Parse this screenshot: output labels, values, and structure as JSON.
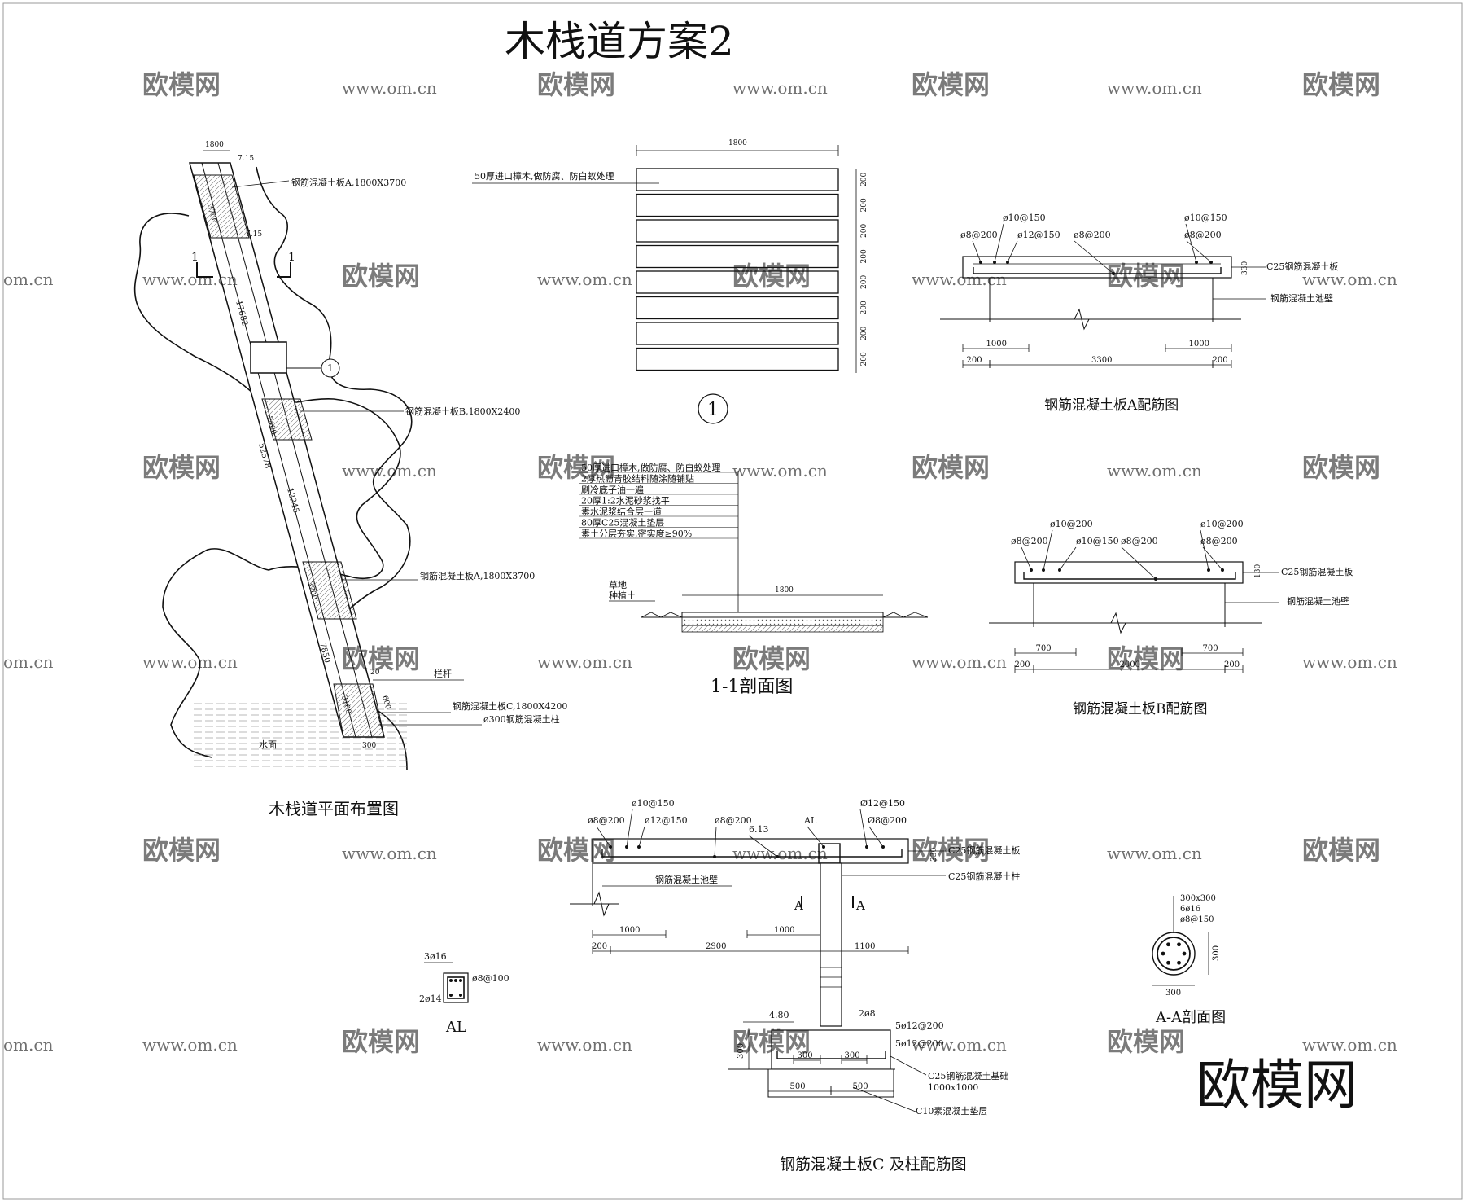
{
  "title": "木栈道方案2",
  "plan": {
    "caption": "木栈道平面布置图",
    "slab_a_top": "钢筋混凝土板A,1800X3700",
    "slab_b": "钢筋混凝土板B,1800X2400",
    "slab_a_mid": "钢筋混凝土板A,1800X3700",
    "railing": "栏杆",
    "slab_c": "钢筋混凝土板C,1800X4200",
    "column": "ø300钢筋混凝土柱",
    "water": "水面",
    "section_mark": "1",
    "detail_ref": "1",
    "dims": {
      "top_width": "1800",
      "d715a": "7.15",
      "d715b": "7.15",
      "d3700": "3700",
      "d17682": "17682",
      "d2400": "2400",
      "d52578": "52578",
      "d12245": "12245",
      "d3700b": "3700",
      "d7850": "7850",
      "d3100": "3100",
      "d20": "20",
      "d600": "600",
      "d300": "300"
    }
  },
  "detail1": {
    "width": "1800",
    "note": "50厚进口樟木,做防腐、防白蚁处理",
    "board_dims": [
      "200",
      "200",
      "200",
      "200",
      "200",
      "200",
      "200",
      "200"
    ],
    "ref": "1"
  },
  "section11": {
    "caption": "1-1剖面图",
    "layers": [
      "50厚进口樟木,做防腐、防白蚁处理",
      "2厚热沥青胶结料随涂随铺贴",
      "刷冷底子油一遍",
      "20厚1:2水泥砂浆找平",
      "素水泥浆结合层一道",
      "80厚C25混凝土垫层",
      "素土分层夯实,密实度≥90%"
    ],
    "grass": "草地",
    "soil": "种植土",
    "width": "1800"
  },
  "slab_a": {
    "caption": "钢筋混凝土板A配筋图",
    "rebar": [
      "ø8@200",
      "ø10@150",
      "ø12@150",
      "ø8@200",
      "ø10@150",
      "ø8@200"
    ],
    "slab_label": "C25钢筋混凝土板",
    "wall_label": "钢筋混凝土池壁",
    "thickness": "330",
    "dims": [
      "1000",
      "1000",
      "200",
      "3300",
      "200"
    ]
  },
  "slab_b": {
    "caption": "钢筋混凝土板B配筋图",
    "rebar": [
      "ø8@200",
      "ø10@200",
      "ø10@150",
      "ø8@200",
      "ø10@200",
      "ø8@200"
    ],
    "slab_label": "C25钢筋混凝土板",
    "wall_label": "钢筋混凝土池壁",
    "thickness": "130",
    "dims": [
      "700",
      "700",
      "200",
      "2000",
      "200"
    ]
  },
  "slab_c": {
    "caption": "钢筋混凝土板C 及柱配筋图",
    "rebar": [
      "ø8@200",
      "ø10@150",
      "ø12@150",
      "ø8@200",
      "6.13",
      "AL",
      "Ø12@150",
      "Ø8@200"
    ],
    "slab_label": "C25钢筋混凝土板",
    "column_label": "C25钢筋混凝土柱",
    "wall_label": "钢筋混凝土池壁",
    "section_a": "A",
    "thickness": "330",
    "dims": [
      "1000",
      "1000",
      "200",
      "2900",
      "1100"
    ],
    "elev": "4.80",
    "tie": "2ø8",
    "footing_rebar1": "5ø12@200",
    "footing_rebar2": "5ø12@200",
    "footing_label": "C25钢筋混凝土基础",
    "footing_size": "1000x1000",
    "pad_label": "C10素混凝土垫层",
    "footing_dims": [
      "300",
      "300",
      "500",
      "500",
      "300"
    ]
  },
  "al": {
    "caption": "AL",
    "top": "3ø16",
    "stirrup": "ø8@100",
    "bottom": "2ø14"
  },
  "aa": {
    "caption": "A-A剖面图",
    "size": "300x300",
    "bars": "6ø16",
    "stirrup": "ø8@150",
    "dim_h": "300",
    "dim_v": "300"
  },
  "logo": "欧模网",
  "watermark": {
    "site": "www.om.cn",
    "brand": "欧模网",
    "short": "om.cn"
  }
}
